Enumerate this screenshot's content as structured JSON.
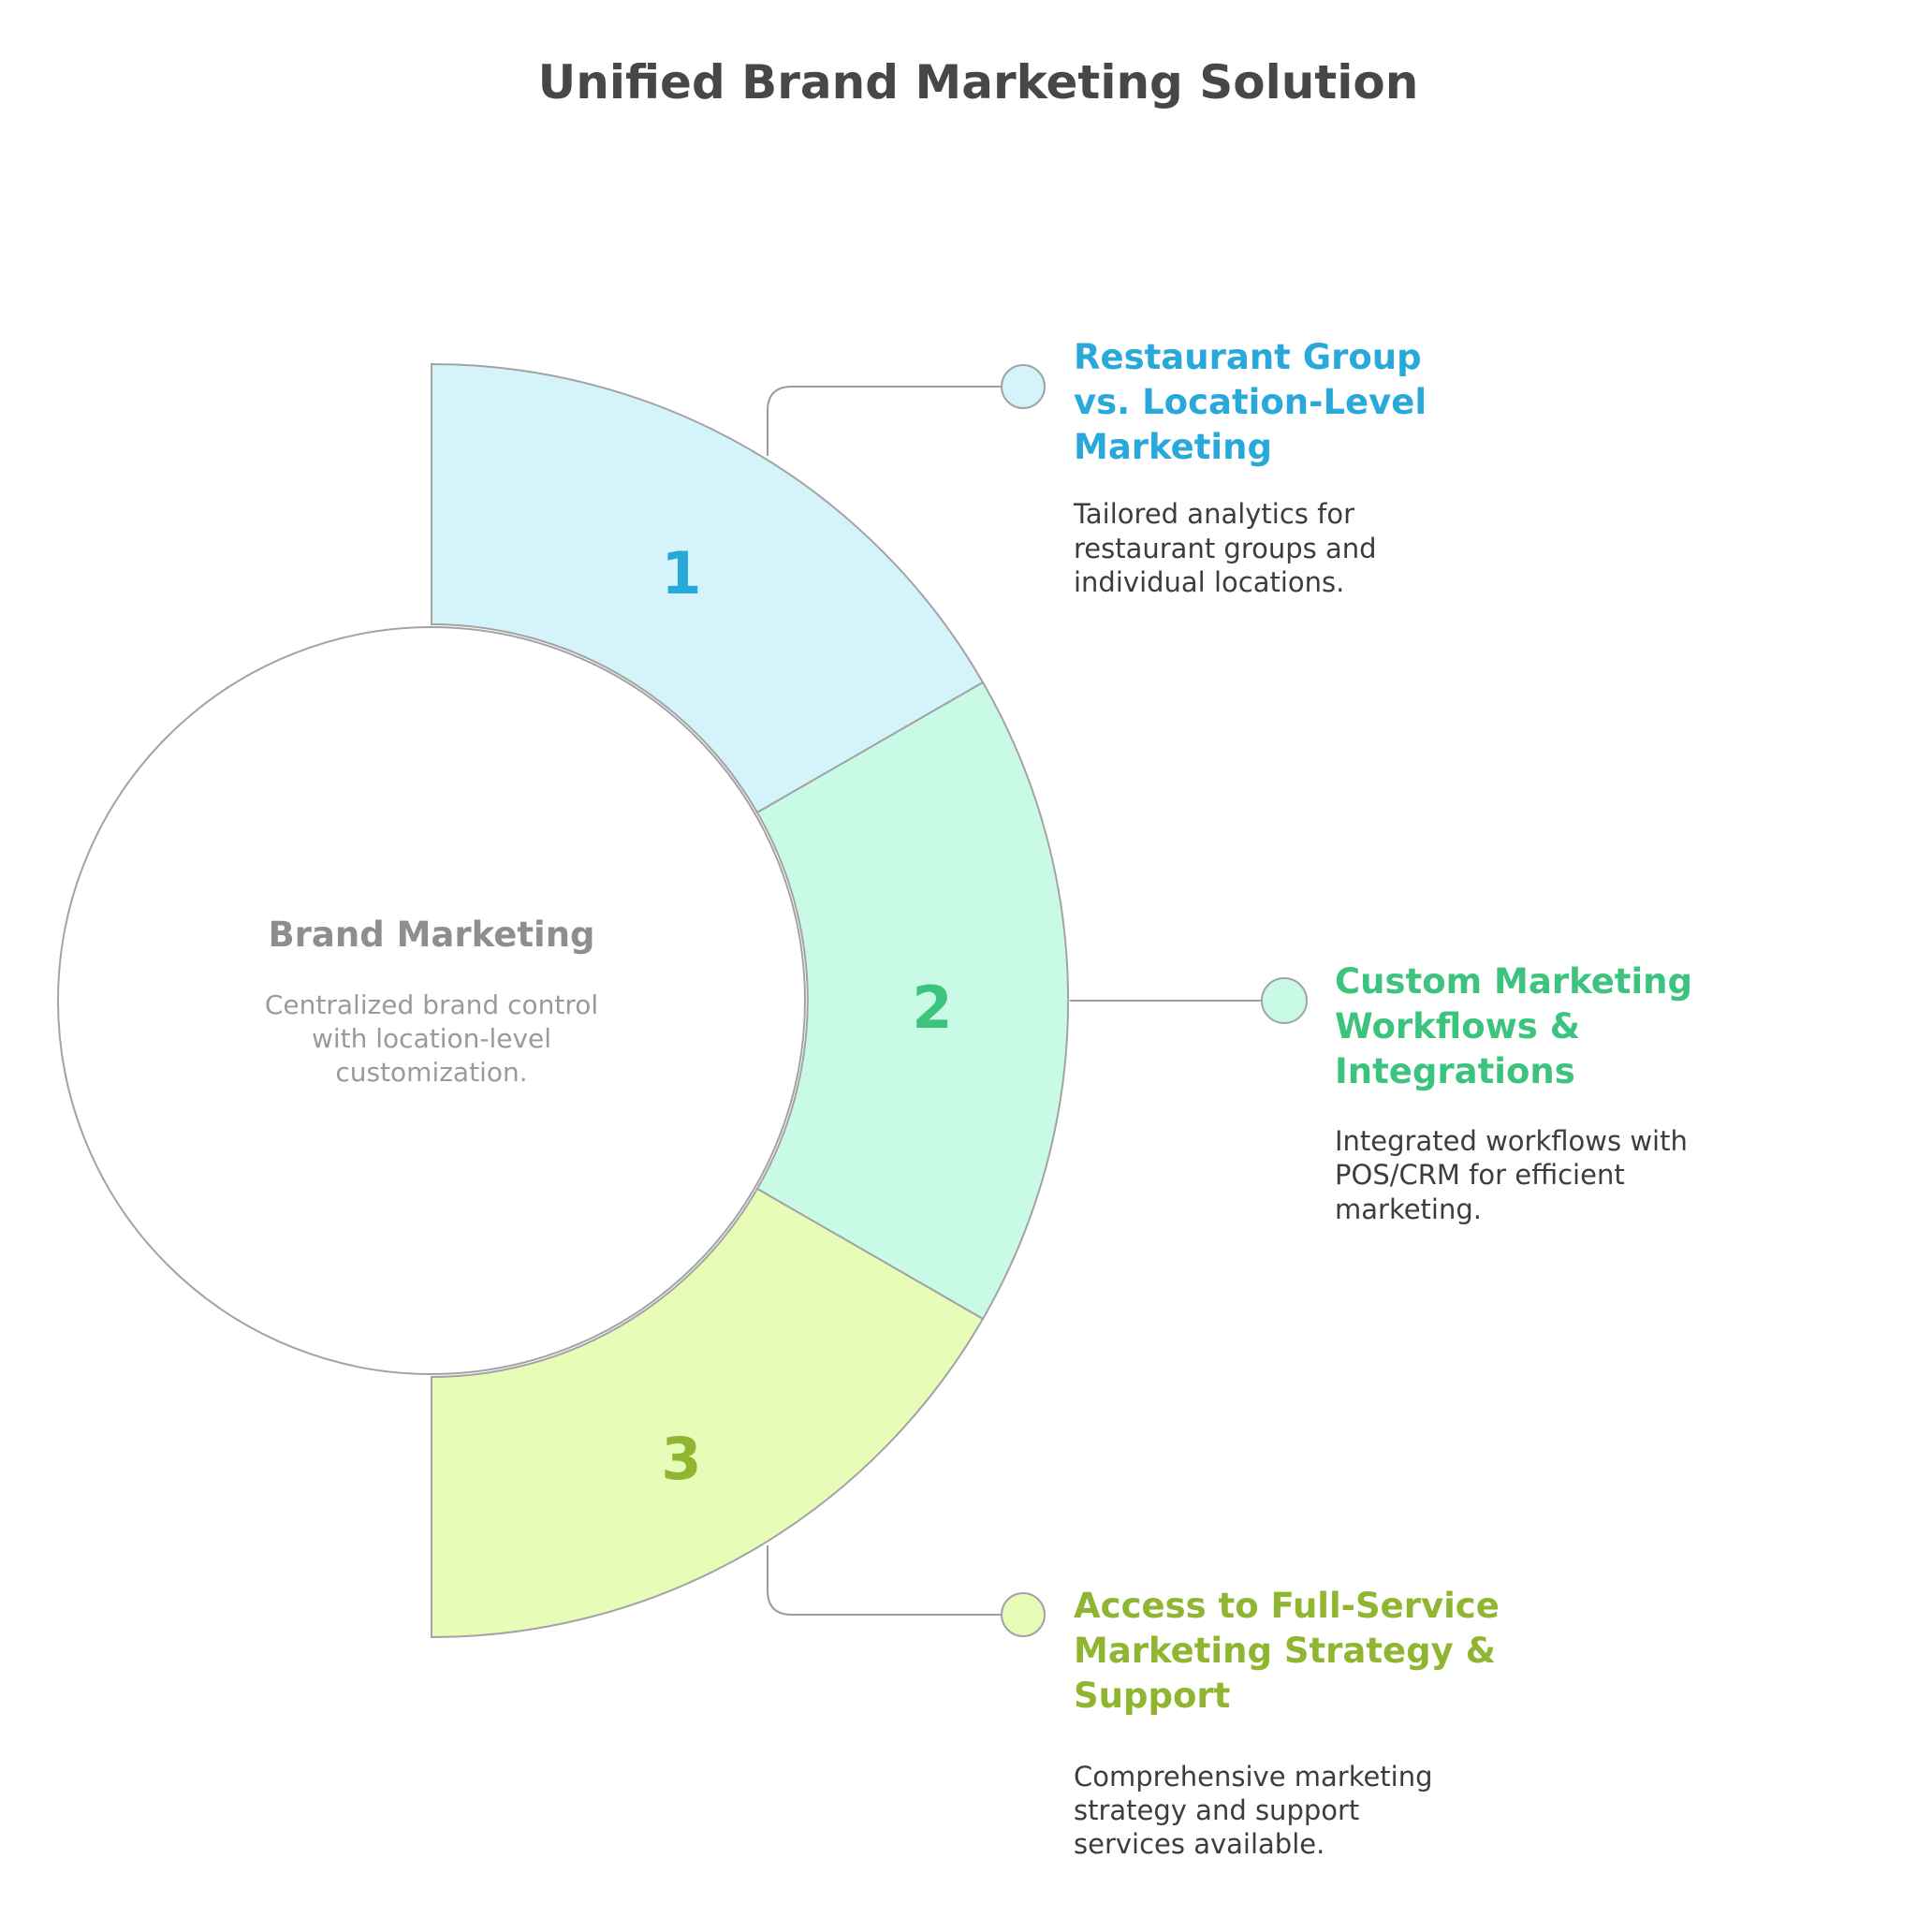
{
  "title": "Unified Brand Marketing Solution",
  "center": {
    "title": "Brand Marketing",
    "description_lines": [
      "Centralized brand control",
      "with location-level",
      "customization."
    ]
  },
  "segments": [
    {
      "number": "1",
      "heading_lines": [
        "Restaurant Group",
        "vs. Location-Level",
        "Marketing"
      ],
      "description_lines": [
        "Tailored analytics for",
        "restaurant groups and",
        "individual locations."
      ],
      "fill_color": "#d4f3fb",
      "accent_color": "#29a9da"
    },
    {
      "number": "2",
      "heading_lines": [
        "Custom Marketing",
        "Workflows &",
        "Integrations"
      ],
      "description_lines": [
        "Integrated workflows with",
        "POS/CRM for efficient",
        "marketing."
      ],
      "fill_color": "#c9fae5",
      "accent_color": "#3cc47f"
    },
    {
      "number": "3",
      "heading_lines": [
        "Access to Full-Service",
        "Marketing Strategy &",
        "Support"
      ],
      "description_lines": [
        "Comprehensive marketing",
        "strategy and support",
        "services available."
      ],
      "fill_color": "#e7fcb6",
      "accent_color": "#8fb531"
    }
  ],
  "colors": {
    "stroke": "#a3a3a3",
    "connector": "#9c9c9c"
  }
}
